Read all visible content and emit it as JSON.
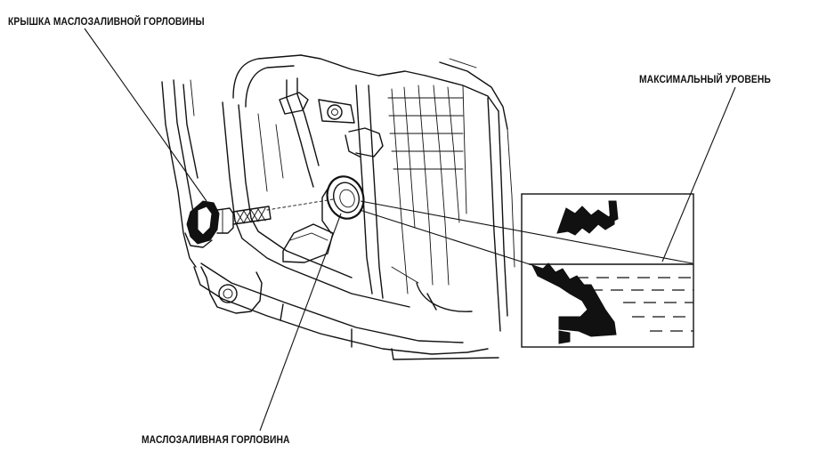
{
  "labels": {
    "oil_filler_cap": "КРЫШКА МАСЛОЗАЛИВНОЙ ГОРЛОВИНЫ",
    "max_level": "МАКСИМАЛЬНЫЙ УРОВЕНЬ",
    "oil_filler_neck": "МАСЛОЗАЛИВНАЯ ГОРЛОВИНА"
  },
  "colors": {
    "ink": "#111111",
    "background": "#ffffff"
  }
}
